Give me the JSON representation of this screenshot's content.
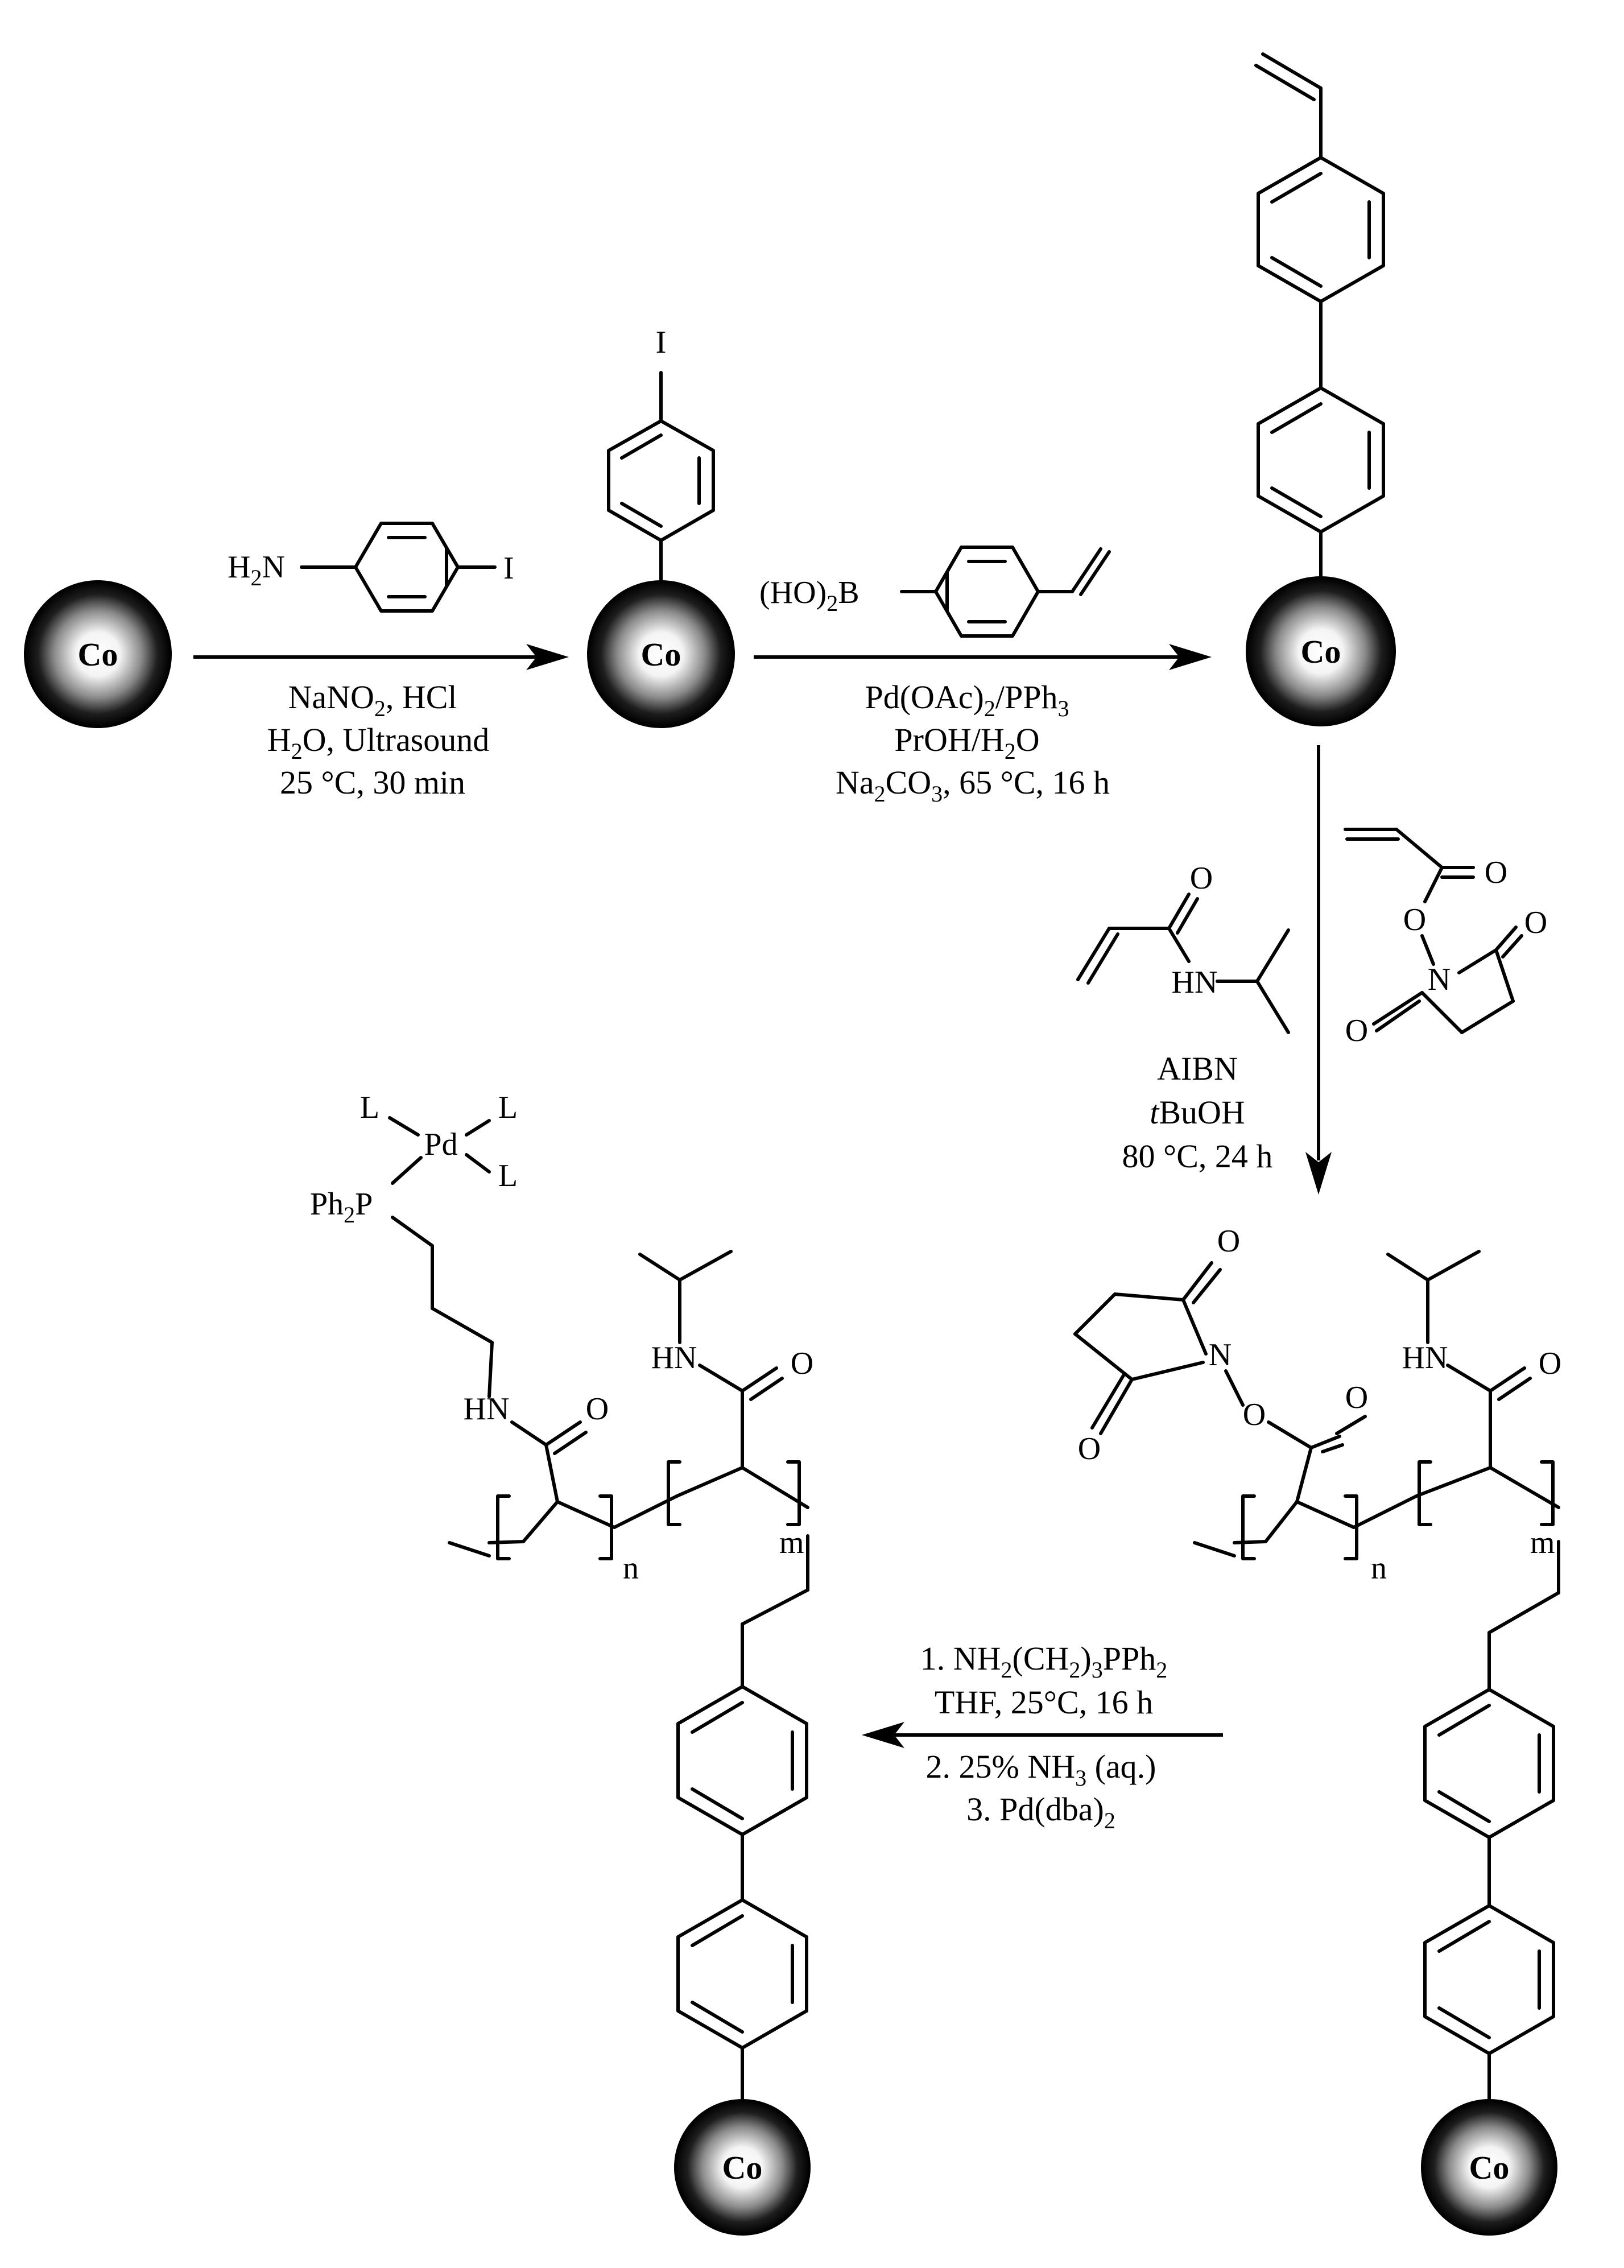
{
  "particle_label": "Co",
  "step1": {
    "reagent_left": "H",
    "reagent_sub": "2",
    "reagent_N": "N",
    "reagent_I": "I",
    "cond1_a": "NaNO",
    "cond1_a_sub": "2",
    "cond1_b": ", HCl",
    "cond2_a": "H",
    "cond2_a_sub": "2",
    "cond2_b": "O, Ultrasound",
    "cond3": "25 °C, 30 min"
  },
  "iodophenyl_I": "I",
  "step2": {
    "reagent_a": "(HO)",
    "reagent_sub": "2",
    "reagent_b": "B",
    "cond1_a": "Pd(OAc)",
    "cond1_sub": "2",
    "cond1_b": "/PPh",
    "cond1_sub2": "3",
    "cond2_a": "PrOH/H",
    "cond2_sub": "2",
    "cond2_b": "O",
    "cond3_a": "Na",
    "cond3_sub": "2",
    "cond3_b": "CO",
    "cond3_sub2": "3",
    "cond3_c": ", 65 °C, 16 h"
  },
  "step3": {
    "nipam_O": "O",
    "nipam_HN": "HN",
    "nhs_O1": "O",
    "nhs_O2": "O",
    "nhs_N": "N",
    "nhs_O3": "O",
    "nhs_O4": "O",
    "cond1": "AIBN",
    "cond2_italic": "t",
    "cond2_rest": "BuOH",
    "cond3": "80 °C, 24 h"
  },
  "step4": {
    "cond1_a": "1. NH",
    "cond1_sub": "2",
    "cond1_b": "(CH",
    "cond1_sub2": "2",
    "cond1_c": ")",
    "cond1_sub3": "3",
    "cond1_d": "PPh",
    "cond1_sub4": "2",
    "cond2": "THF, 25°C, 16 h",
    "cond3_a": "2. 25% NH",
    "cond3_sub": "3",
    "cond3_b": " (aq.)",
    "cond4_a": "3. Pd(dba)",
    "cond4_sub": "2"
  },
  "polymer_right": {
    "O_ring_top": "O",
    "N_ring": "N",
    "O_ring_bottom": "O",
    "O_ester_link": "O",
    "O_ester_carbonyl": "O",
    "HN": "HN",
    "O_amide": "O",
    "n": "n",
    "m": "m"
  },
  "polymer_left": {
    "L1": "L",
    "L2": "L",
    "L3": "L",
    "Pd": "Pd",
    "Ph": "Ph",
    "Ph_sub": "2",
    "P": "P",
    "HN_linker": "HN",
    "O_linker": "O",
    "HN": "HN",
    "O_amide": "O",
    "n": "n",
    "m": "m"
  }
}
